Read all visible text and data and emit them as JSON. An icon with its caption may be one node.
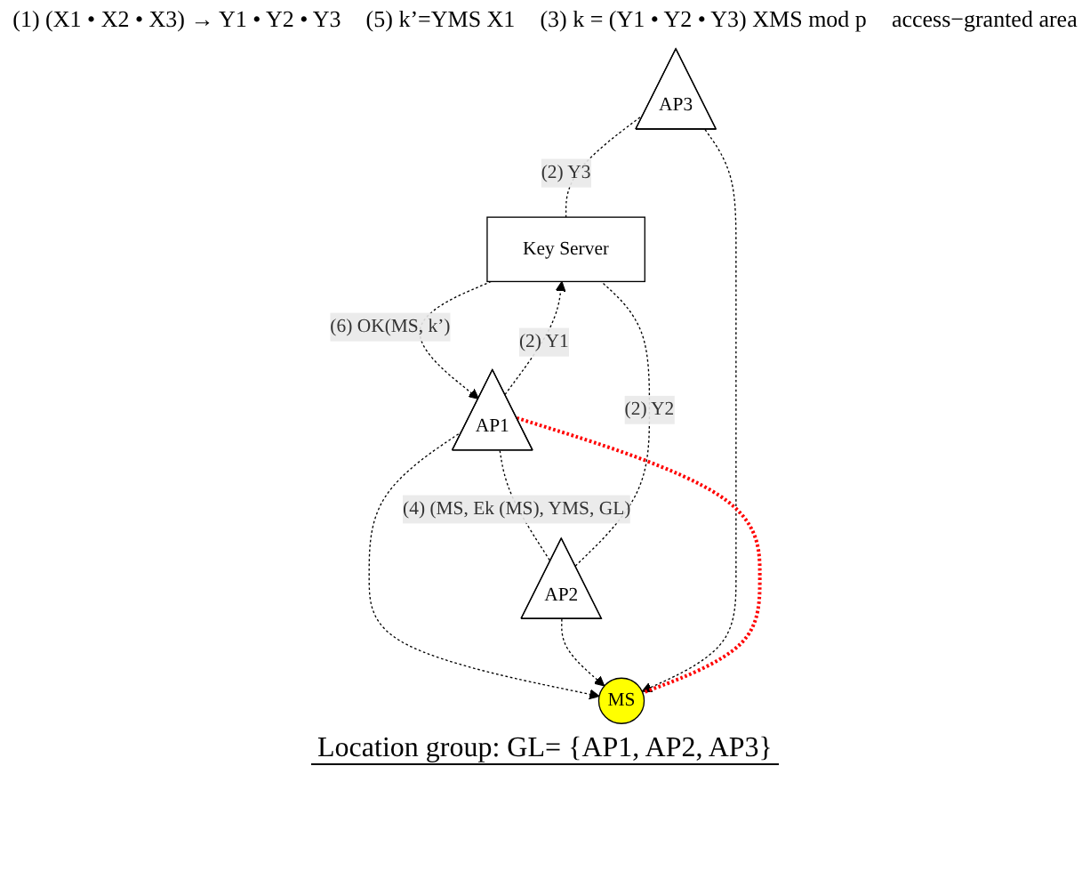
{
  "diagram": {
    "caption": "Location group: GL= {AP1, AP2, AP3}",
    "nodes": [
      {
        "text": [
          "Key Server"
        ]
      },
      {
        "text": [
          "AP1"
        ]
      },
      {
        "text": [
          "AP2"
        ]
      },
      {
        "text": [
          "MS"
        ]
      },
      {
        "text": [
          "AP3"
        ]
      }
    ],
    "edges": [
      {
        "from": 1,
        "to": 0,
        "arrow": "to",
        "label": "(2) Y1",
        "style": "dashed"
      },
      {
        "from": 2,
        "to": 0,
        "arrow": "none",
        "label": "(2) Y2",
        "style": "dashed"
      },
      {
        "from": 4,
        "to": 0,
        "arrow": "none",
        "label": "(2) Y3",
        "style": "dashed"
      },
      {
        "from": 0,
        "to": 1,
        "arrow": "to",
        "label": "(6) OK(MS, k’)",
        "style": "dashed"
      },
      {
        "from": 1,
        "to": 2,
        "arrow": "none",
        "label": "(4) (MS, Ek (MS), YMS, GL)",
        "style": "dashed"
      },
      {
        "from": 1,
        "to": 3,
        "arrow": "to",
        "style": "dashed"
      },
      {
        "from": 2,
        "to": 3,
        "arrow": "to",
        "style": "dashed"
      },
      {
        "from": 4,
        "to": 3,
        "arrow": "to",
        "style": "dashed"
      },
      {
        "from": 1,
        "to": 3,
        "arrow": "none",
        "style": "dashed",
        "color": "#ff0000"
      }
    ],
    "labels": [
      "(1) (X1 • X2 • X3) → Y1 • Y2 • Y3",
      "(5) k’=YMS X1",
      "(3) k = (Y1 • Y2 • Y3) XMS mod p",
      "access−granted area"
    ]
  }
}
